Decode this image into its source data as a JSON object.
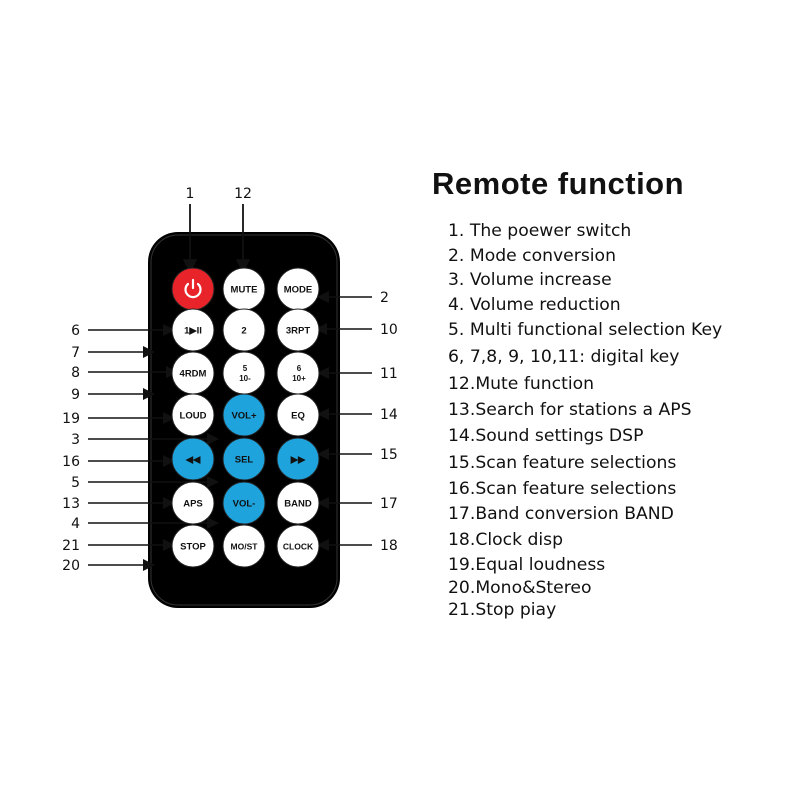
{
  "title": "Remote function",
  "descriptions": [
    "1. The poewer switch",
    "2. Mode conversion",
    "3. Volume increase",
    "4. Volume reduction",
    "5. Multi functional selection Key",
    "6, 7,8, 9, 10,11: digital key",
    "12.Mute function",
    "13.Search for stations a APS",
    "14.Sound settings DSP",
    "15.Scan feature selections",
    "16.Scan feature selections",
    "17.Band conversion BAND",
    "18.Clock disp",
    "19.Equal loudness",
    "20.Mono&Stereo",
    "21.Stop piay"
  ],
  "remote": {
    "buttons": [
      {
        "label": "",
        "icon": "power-icon",
        "color": "#e8242a",
        "name": "power-button",
        "callout": "1"
      },
      {
        "label": "MUTE",
        "color": "#ffffff",
        "name": "mute-button",
        "callout": "12"
      },
      {
        "label": "MODE",
        "color": "#ffffff",
        "name": "mode-button",
        "callout": "2"
      },
      {
        "label": "1▶II",
        "color": "#ffffff",
        "name": "key-1-play-pause-button",
        "callout": "6"
      },
      {
        "label": "2",
        "color": "#ffffff",
        "name": "key-2-button",
        "callout": "7"
      },
      {
        "label": "3RPT",
        "color": "#ffffff",
        "name": "key-3-repeat-button",
        "callout": "10"
      },
      {
        "label": "4RDM",
        "color": "#ffffff",
        "name": "key-4-random-button",
        "callout": "8"
      },
      {
        "label": "5",
        "label2": "10-",
        "color": "#ffffff",
        "name": "key-5-button",
        "callout": "9"
      },
      {
        "label": "6",
        "label2": "10+",
        "color": "#ffffff",
        "name": "key-6-button",
        "callout": "11"
      },
      {
        "label": "LOUD",
        "color": "#ffffff",
        "name": "loud-button",
        "callout": "19"
      },
      {
        "label": "VOL+",
        "color": "#1ea3dc",
        "name": "volume-up-button",
        "callout": "3"
      },
      {
        "label": "EQ",
        "color": "#ffffff",
        "name": "eq-button",
        "callout": "14"
      },
      {
        "label": "◀◀",
        "color": "#1ea3dc",
        "name": "previous-button",
        "callout": "16"
      },
      {
        "label": "SEL",
        "color": "#1ea3dc",
        "name": "select-button",
        "callout": "5"
      },
      {
        "label": "▶▶",
        "color": "#1ea3dc",
        "name": "next-button",
        "callout": "15"
      },
      {
        "label": "APS",
        "color": "#ffffff",
        "name": "aps-button",
        "callout": "13"
      },
      {
        "label": "VOL-",
        "color": "#1ea3dc",
        "name": "volume-down-button",
        "callout": "4"
      },
      {
        "label": "BAND",
        "color": "#ffffff",
        "name": "band-button",
        "callout": "17"
      },
      {
        "label": "STOP",
        "color": "#ffffff",
        "name": "stop-button",
        "callout": "21"
      },
      {
        "label": "MO/ST",
        "color": "#ffffff",
        "name": "mono-stereo-button",
        "callout": "20"
      },
      {
        "label": "CLOCK",
        "color": "#ffffff",
        "name": "clock-button",
        "callout": "18"
      }
    ],
    "callouts_left": [
      "6",
      "7",
      "8",
      "9",
      "19",
      "3",
      "16",
      "5",
      "13",
      "4",
      "21",
      "20"
    ],
    "callouts_right": [
      "2",
      "10",
      "11",
      "14",
      "15",
      "17",
      "18"
    ],
    "callouts_top": [
      "1",
      "12"
    ]
  }
}
